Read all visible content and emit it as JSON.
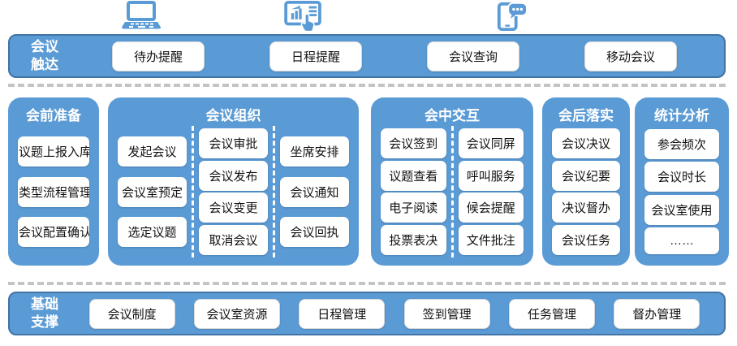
{
  "colors": {
    "band_blue": "#5b9bd5",
    "band_border": "#4173a4",
    "panel_blue": "#5b9bd5",
    "pill_white": "#ffffff",
    "separator_gray": "#c4c4c4",
    "icon_blue": "#5b9bd5"
  },
  "icons": {
    "laptop": "laptop-icon",
    "tablet": "tablet-chart-touch-icon",
    "phone": "phone-chat-icon"
  },
  "top_band": {
    "label_line1": "会议",
    "label_line2": "触达",
    "items": [
      "待办提醒",
      "日程提醒",
      "会议查询",
      "移动会议"
    ]
  },
  "panels": [
    {
      "title": "会前准备",
      "columns": [
        [
          "议题上报入库",
          "类型流程管理",
          "会议配置确认"
        ]
      ]
    },
    {
      "title": "会议组织",
      "columns": [
        [
          "发起会议",
          "会议室预定",
          "选定议题"
        ],
        [
          "会议审批",
          "会议发布",
          "会议变更",
          "取消会议"
        ],
        [
          "坐席安排",
          "会议通知",
          "会议回执"
        ]
      ]
    },
    {
      "title": "会中交互",
      "columns": [
        [
          "会议签到",
          "议题查看",
          "电子阅读",
          "投票表决"
        ],
        [
          "会议同屏",
          "呼叫服务",
          "候会提醒",
          "文件批注"
        ]
      ]
    },
    {
      "title": "会后落实",
      "columns": [
        [
          "会议决议",
          "会议纪要",
          "决议督办",
          "会议任务"
        ]
      ]
    },
    {
      "title": "统计分析",
      "columns": [
        [
          "参会频次",
          "会议时长",
          "会议室使用",
          "……"
        ]
      ]
    }
  ],
  "bottom_band": {
    "label_line1": "基础",
    "label_line2": "支撑",
    "items": [
      "会议制度",
      "会议室资源",
      "日程管理",
      "签到管理",
      "任务管理",
      "督办管理"
    ]
  }
}
